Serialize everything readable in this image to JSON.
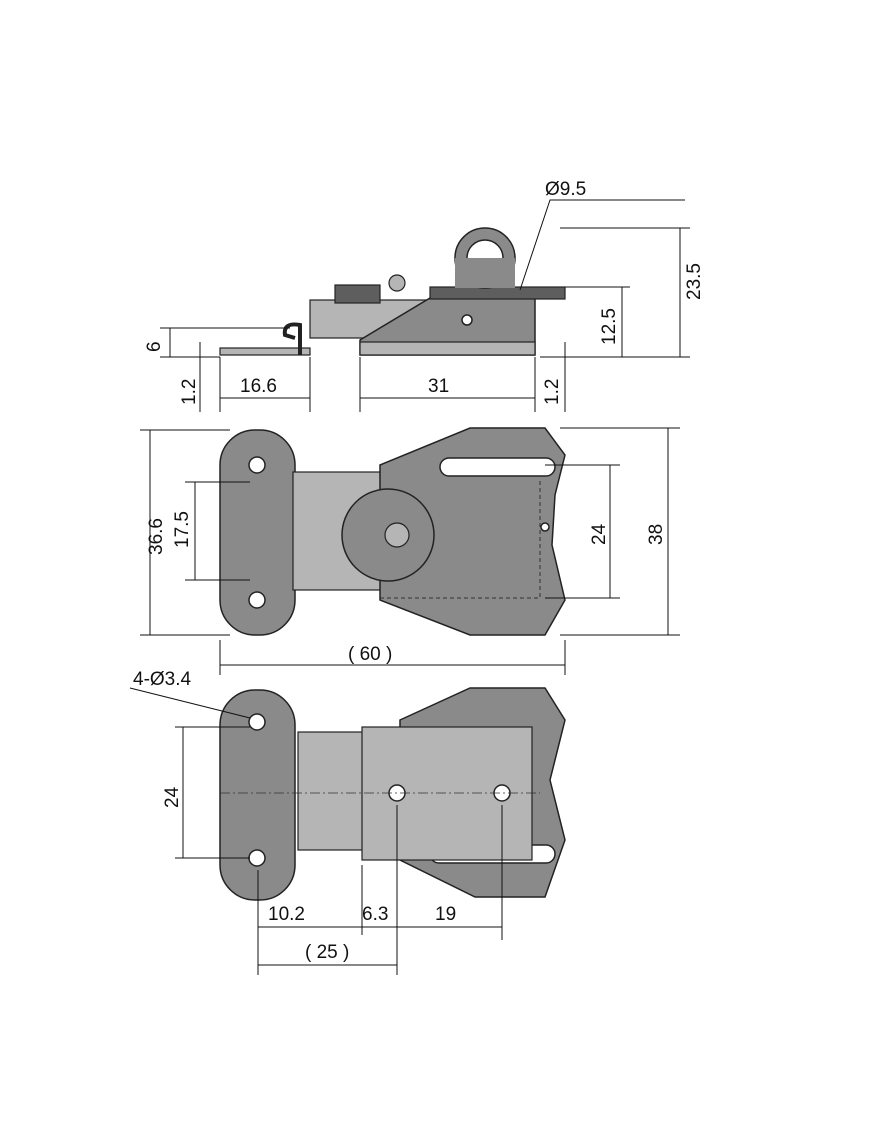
{
  "drawing": {
    "side_view": {
      "ring_diameter": "Ø9.5",
      "overall_height": "23.5",
      "ring_height": "12.5",
      "hook_height": "6",
      "plate_thickness_left": "1.2",
      "hook_length": "16.6",
      "base_length": "31",
      "plate_thickness_right": "1.2"
    },
    "top_view": {
      "left_plate_height": "36.6",
      "hole_spacing": "17.5",
      "slot_spacing": "24",
      "right_plate_height": "38",
      "overall_length": "( 60 )"
    },
    "bottom_view": {
      "mount_holes": "4-Ø3.4",
      "hole_spacing": "24",
      "offset_a": "10.2",
      "offset_b": "6.3",
      "hole_distance": "19",
      "overall": "( 25 )"
    }
  }
}
